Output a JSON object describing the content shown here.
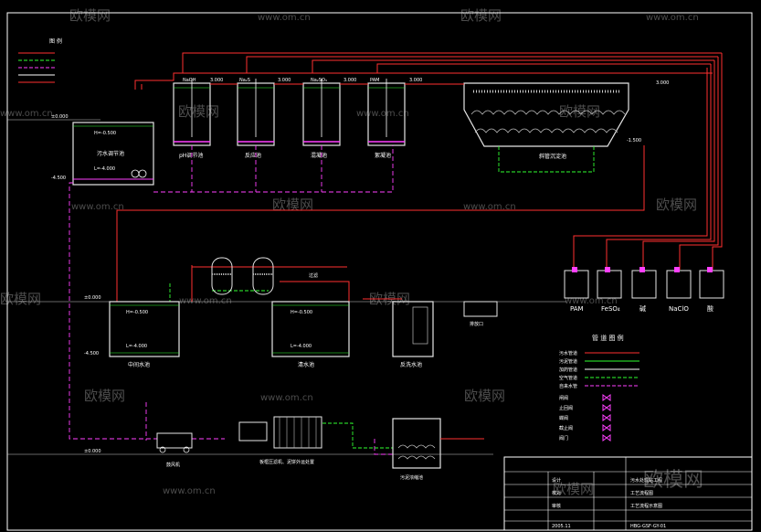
{
  "watermark": {
    "brand": "欧模网",
    "url": "www.om.cn"
  },
  "colors": {
    "sewage": "#ff3030",
    "sludge": "#30ff30",
    "dosing": "#ffffff",
    "air": "#ff40ff",
    "water": "#c040c0",
    "equip": "#ffffff",
    "bg": "#000000",
    "tank": "#e6e6e6"
  },
  "legend_top": {
    "title": "图   例"
  },
  "elevations": {
    "e0_left": "±0.000",
    "e45_left": "-4.500",
    "e0_mid": "±0.000",
    "e45_mid": "-4.500",
    "e0_bot": "±0.000",
    "e15_clarifier": "-1.500"
  },
  "top_row": {
    "chem_labels": [
      "NaOH",
      "Na₂S",
      "Na₂SO₄",
      "PAM"
    ],
    "pipe_labels": [
      "3.000",
      "3.000",
      "3.000",
      "3.000"
    ],
    "tanks": [
      "pH调节池",
      "反应池",
      "混凝池",
      "絮凝池"
    ],
    "clarifier_label": "斜管沉淀池",
    "clarifier_elev": "3.000",
    "source_tank": "污水调节池",
    "water_levels": [
      "H=-0.500",
      "L=-4.000"
    ]
  },
  "middle_row": {
    "tanks": [
      "中间水池",
      "清水池",
      "反洗水池"
    ],
    "outlet": "排放口",
    "pump_label": "过滤",
    "water_levels": [
      "H=-0.500",
      "L=-4.000",
      "H=-0.500",
      "L=-4.000"
    ]
  },
  "dosing": {
    "labels": [
      "PAM",
      "FeSO₄",
      "碱",
      "NaClO",
      "酸"
    ]
  },
  "bottom_row": {
    "blower": "鼓风机",
    "filter_press": "板框压滤机、泥饼外运处置",
    "sludge_tank": "污泥浓缩池"
  },
  "legend_pipe": {
    "title": "管 道 图 例",
    "lines": [
      "污水管道",
      "污泥管道",
      "加药管道",
      "空气管道",
      "自来水管"
    ],
    "symbols": [
      "闸阀",
      "止回阀",
      "蝶阀",
      "截止阀",
      "阀门"
    ]
  },
  "title_block": {
    "rows": [
      "污水处理站工程",
      "工艺流程图",
      "设计",
      "校对",
      "审核"
    ],
    "drawing_title": "工艺流程示意图",
    "drawing_no": "HBG-GSF-GY-01",
    "date": "2005.11"
  }
}
